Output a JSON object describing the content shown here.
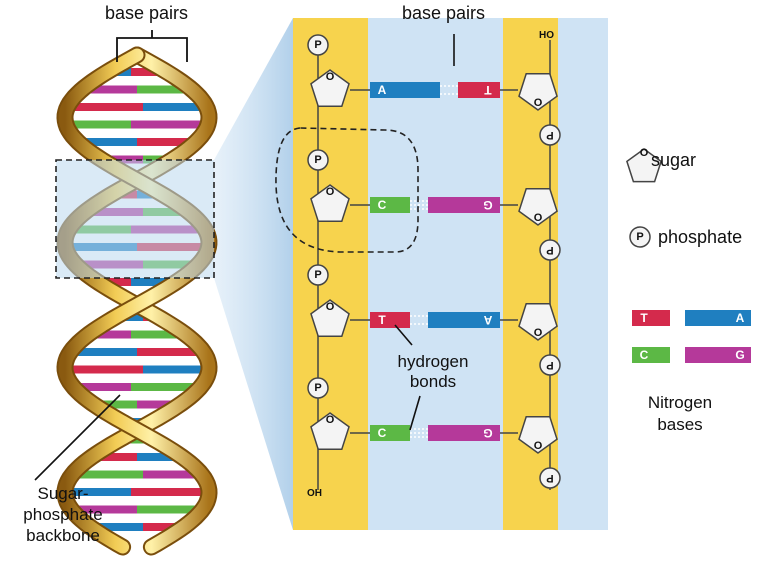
{
  "labels": {
    "left_base_pairs": "base pairs",
    "zoom_base_pairs": "base pairs",
    "backbone": [
      "Sugar-",
      "phosphate",
      "backbone"
    ],
    "hydrogen_bonds": [
      "hydrogen",
      "bonds"
    ],
    "nitrogen_bases": [
      "Nitrogen",
      "bases"
    ],
    "ho": "HO",
    "oh": "OH",
    "ring_o": "O",
    "phosphate_letter": "P"
  },
  "legend": {
    "sugar": "sugar",
    "phosphate": "phosphate",
    "pairs": [
      {
        "left": "T",
        "right": "A"
      },
      {
        "left": "C",
        "right": "G"
      }
    ]
  },
  "base_pairs": [
    {
      "left": "A",
      "right": "T"
    },
    {
      "left": "C",
      "right": "G"
    },
    {
      "left": "T",
      "right": "A"
    },
    {
      "left": "C",
      "right": "G"
    }
  ],
  "colors": {
    "A": "#1f7fc0",
    "T": "#d42a4c",
    "C": "#5cb845",
    "G": "#b5399a",
    "backbone_yellow": "#f7d34d",
    "zoom_bg": "#cfe3f4",
    "helix_gold": "#d9a52a"
  }
}
